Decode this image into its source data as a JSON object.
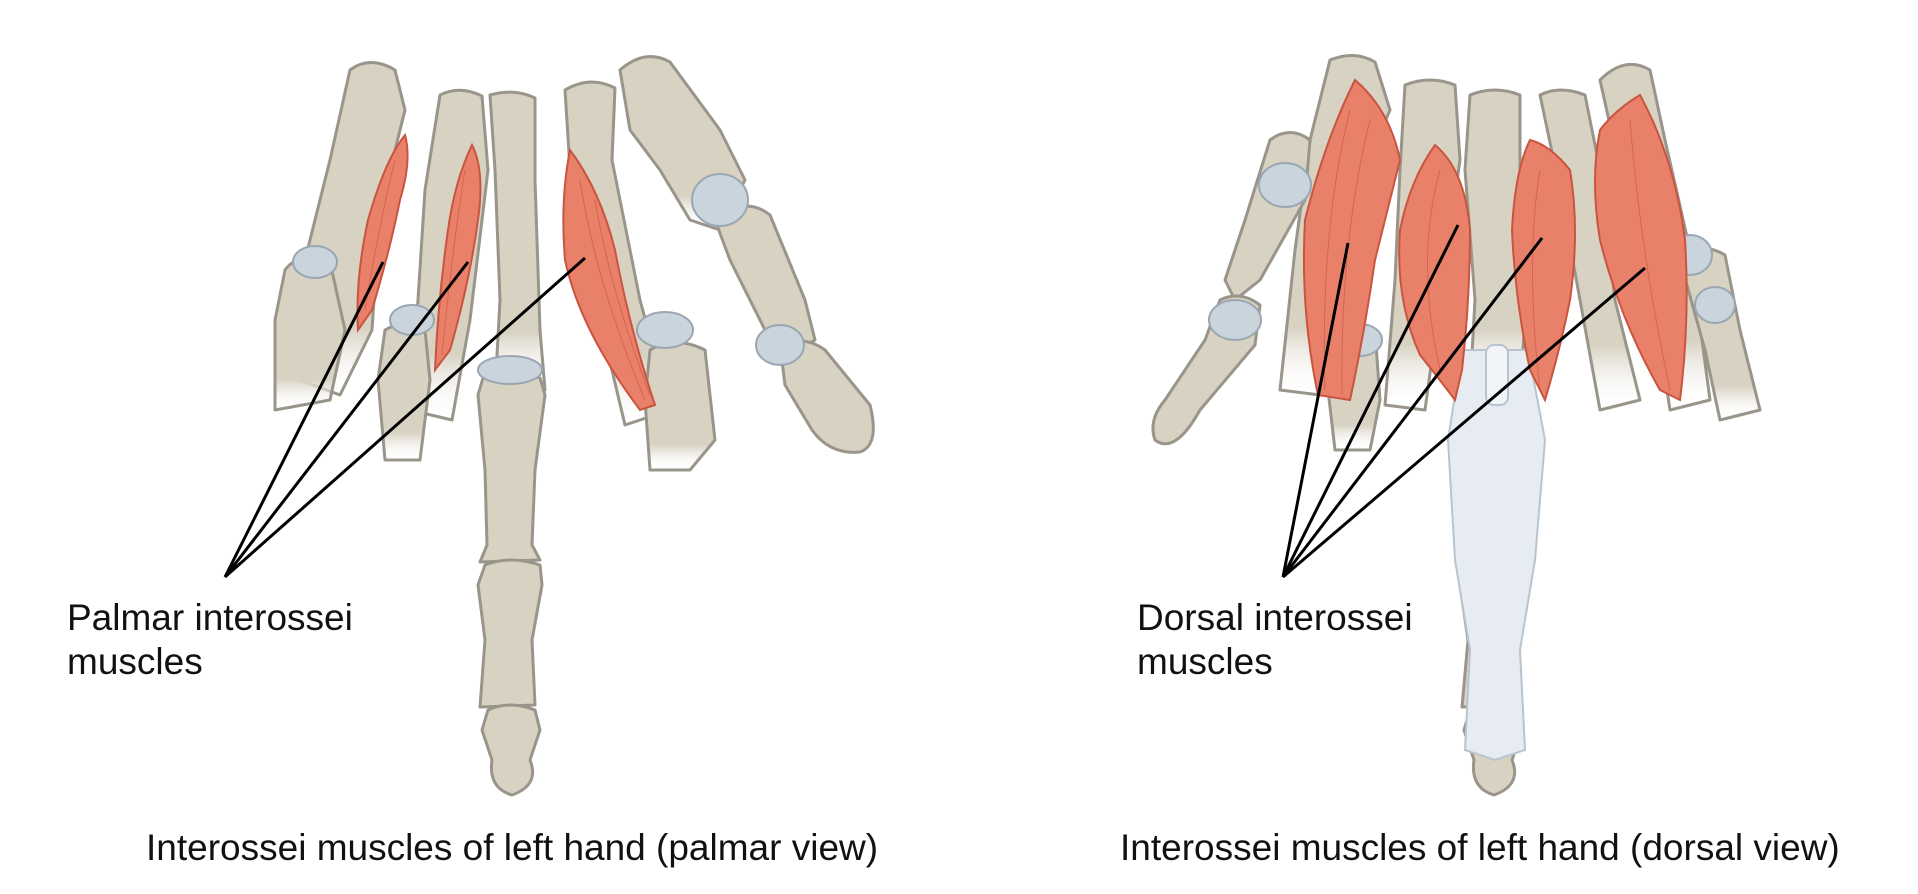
{
  "palmar": {
    "label_line1": "Palmar interossei",
    "label_line2": "muscles",
    "caption": "Interossei muscles of left hand (palmar view)"
  },
  "dorsal": {
    "label_line1": "Dorsal interossei",
    "label_line2": "muscles",
    "caption": "Interossei muscles of left hand (dorsal view)"
  },
  "colors": {
    "bone": "#d8d2c3",
    "bone_outline": "#9a958a",
    "cartilage": "#c9d4dd",
    "muscle": "#e8806a",
    "muscle_outline": "#c9543f",
    "tendon": "#e6ecf2",
    "leader_line": "#000000"
  }
}
